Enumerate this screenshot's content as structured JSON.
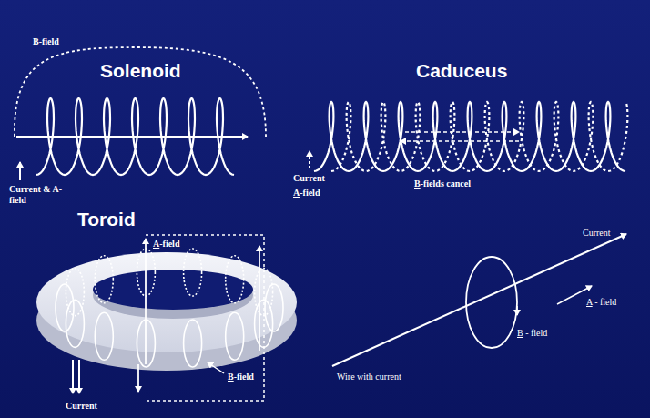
{
  "diagram": {
    "labels": [
      "Solenoid",
      "Caduceus",
      "Toroid",
      "B-field",
      "Current & A-field",
      "Current",
      "A-field",
      "B-fields cancel",
      "A-field",
      "B-field",
      "Current",
      "Current",
      "A - field",
      "B - field",
      "Wire with current"
    ]
  }
}
